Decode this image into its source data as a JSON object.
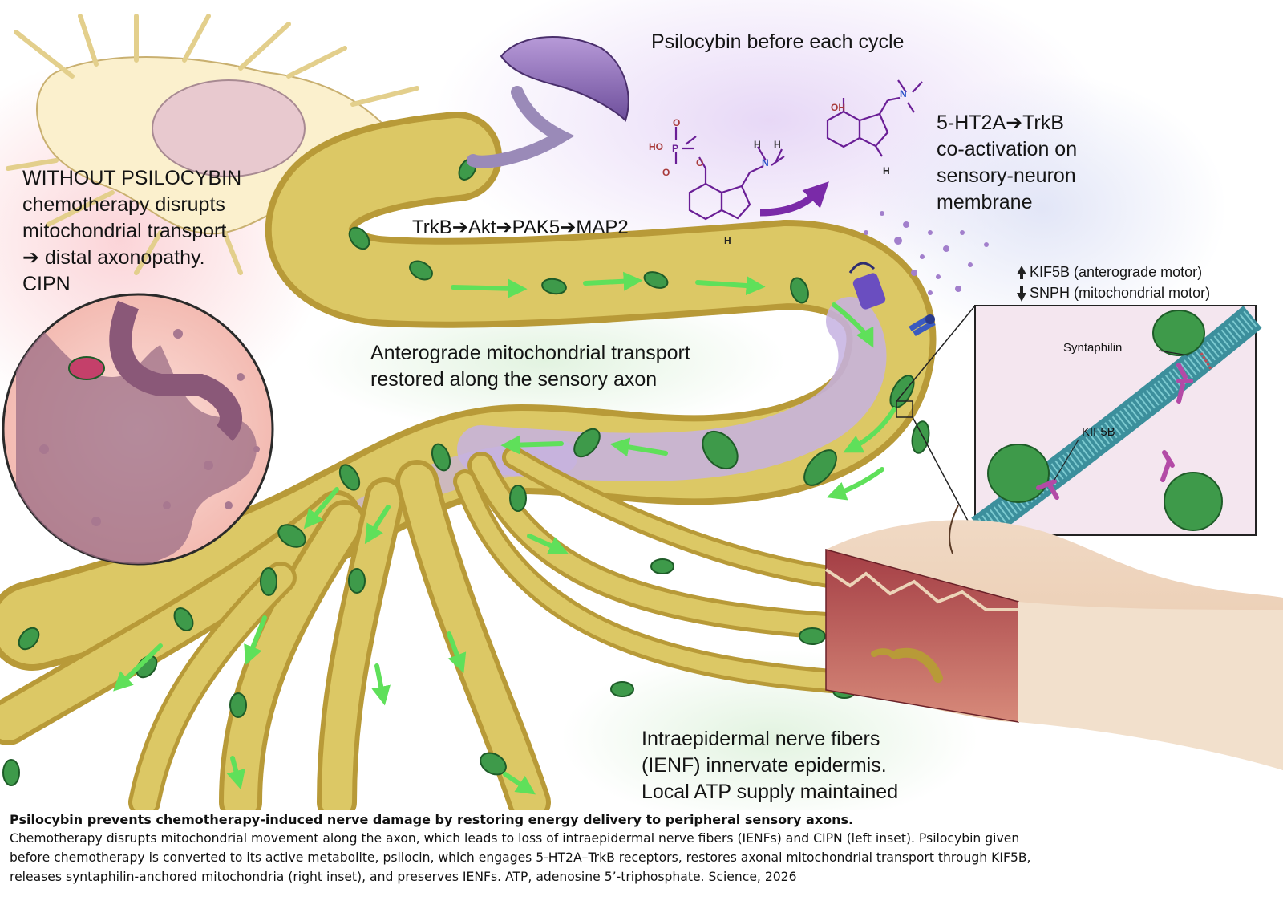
{
  "labels": {
    "psilocybin_cycle": "Psilocybin before each cycle",
    "without_lines": [
      "WITHOUT PSILOCYBIN",
      "chemotherapy disrupts",
      "mitochondrial transport",
      "➔ distal axonopathy.",
      "CIPN"
    ],
    "pathway": "TrkB➔Akt➔PAK5➔MAP2",
    "coactivation_lines": [
      "5-HT2A➔TrkB",
      "co-activation on",
      "sensory-neuron",
      "membrane"
    ],
    "kif5b_up": "KIF5B (anterograde motor)",
    "snph_down": "SNPH (mitochondrial motor)",
    "transport_lines": [
      "Anterograde mitochondrial transport",
      "restored along the sensory axon"
    ],
    "ienf_lines": [
      "Intraepidermal nerve fibers",
      "(IENF) innervate epidermis.",
      "Local ATP supply maintained"
    ],
    "syntaphilin": "Syntaphilin",
    "kif5b": "KIF5B"
  },
  "chem": {
    "ho": "HO",
    "p": "P",
    "o_minus": "O",
    "o1": "O",
    "o2": "O",
    "nh_left": "H",
    "n_left": "N",
    "h_plus": "H",
    "h_ring_left": "H",
    "oh": "OH",
    "n_right": "N",
    "h_ring_right": "H"
  },
  "caption": {
    "title": "Psilocybin prevents chemotherapy-induced nerve damage by restoring energy delivery to peripheral sensory axons.",
    "lines": [
      "Chemotherapy disrupts mitochondrial movement along the axon, which leads to loss of intraepidermal nerve fibers (IENFs) and CIPN (left inset). Psilocybin given",
      "before chemotherapy is converted to its active metabolite, psilocin, which engages 5-HT2A–TrkB receptors, restores axonal mitochondrial transport through KIF5B,",
      "releases syntaphilin-anchored mitochondria (right inset), and preserves IENFs. ATP, adenosine 5’-triphosphate. Science, 2026"
    ]
  },
  "colors": {
    "axon": "#d9c25a",
    "mito": "#3e9a4a",
    "arrow": "#5fe05a",
    "molecule": "#7a2aa8",
    "skin": "#a8444a"
  }
}
